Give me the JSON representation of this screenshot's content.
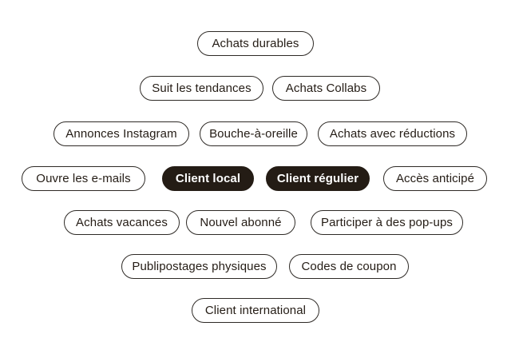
{
  "canvas": {
    "background": "#ffffff"
  },
  "colors": {
    "canvas_bg": "#ffffff",
    "pill_bg": "#ffffff",
    "pill_border": "#2e2a26",
    "pill_text": "#241c15",
    "selected_bg": "#241c15",
    "selected_text": "#ffffff"
  },
  "tags": [
    {
      "label": "Achats durables",
      "selected": false
    },
    {
      "label": "Suit les tendances",
      "selected": false
    },
    {
      "label": "Achats Collabs",
      "selected": false
    },
    {
      "label": "Annonces Instagram",
      "selected": false
    },
    {
      "label": "Bouche-à-oreille",
      "selected": false
    },
    {
      "label": "Achats avec réductions",
      "selected": false
    },
    {
      "label": "Ouvre les e-mails",
      "selected": false
    },
    {
      "label": "Client local",
      "selected": true
    },
    {
      "label": "Client régulier",
      "selected": true
    },
    {
      "label": "Accès anticipé",
      "selected": false
    },
    {
      "label": "Achats vacances",
      "selected": false
    },
    {
      "label": "Nouvel abonné",
      "selected": false
    },
    {
      "label": "Participer à des pop-ups",
      "selected": false
    },
    {
      "label": "Publipostages physiques",
      "selected": false
    },
    {
      "label": "Codes de coupon",
      "selected": false
    },
    {
      "label": "Client international",
      "selected": false
    }
  ]
}
